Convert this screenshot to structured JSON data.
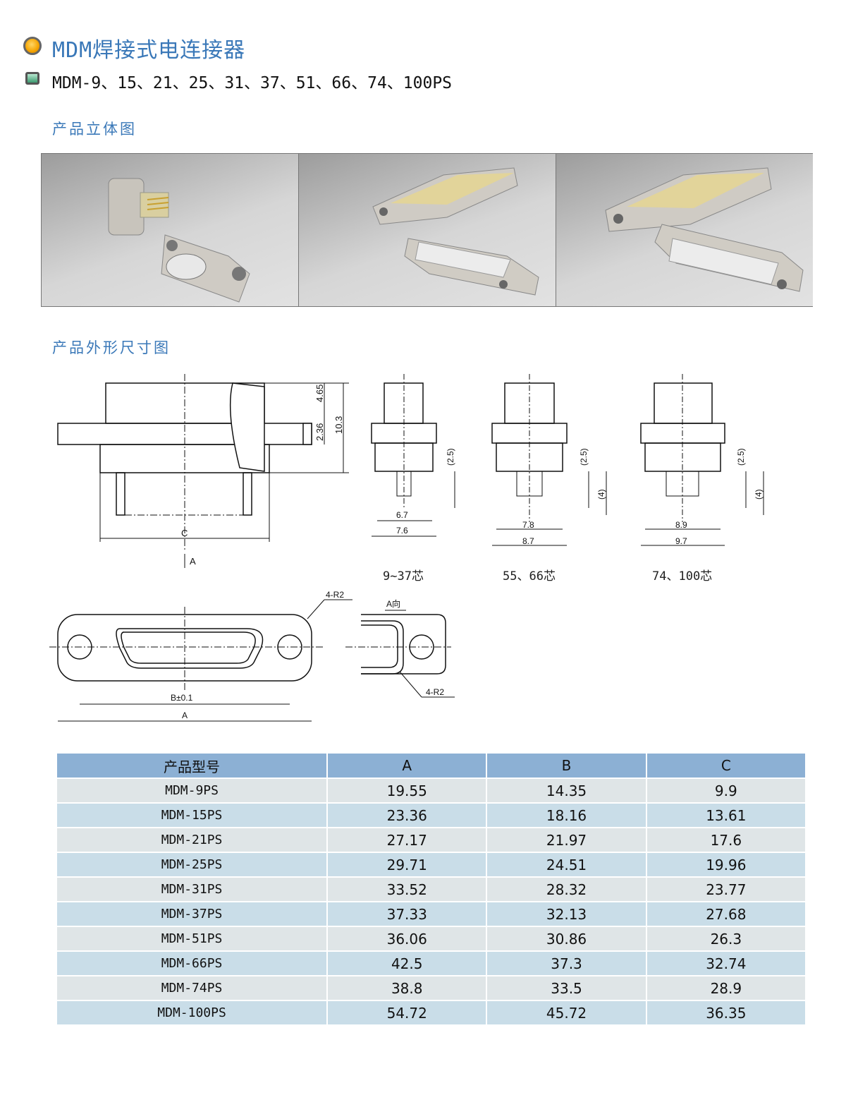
{
  "header": {
    "title": "MDM焊接式电连接器",
    "subtitle": "MDM-9、15、21、25、31、37、51、66、74、100PS",
    "bullet_color": "#f5a300",
    "accent": "#3a78b8"
  },
  "sections": {
    "photos": "产品立体图",
    "dimensions": "产品外形尺寸图"
  },
  "drawing": {
    "side": {
      "dim_top": "4.65",
      "dim_flange": "2.36",
      "dim_height": "10.3",
      "dim_c": "C",
      "view_arrow": "A"
    },
    "variants": [
      {
        "inner": "6.7",
        "outer": "7.6",
        "pin": "(2.5)",
        "caption": "9~37芯"
      },
      {
        "inner": "7.8",
        "outer": "8.7",
        "pin": "(2.5)",
        "pin2": "(4)",
        "caption": "55、66芯"
      },
      {
        "inner": "8.9",
        "outer": "9.7",
        "pin": "(2.5)",
        "pin2": "(4)",
        "caption": "74、100芯"
      }
    ],
    "front": {
      "radius": "4-R2",
      "dim_b": "B±0.1",
      "dim_a": "A"
    },
    "view_a": {
      "label": "A向",
      "radius": "4-R2"
    }
  },
  "table": {
    "headers": [
      "产品型号",
      "A",
      "B",
      "C"
    ],
    "rows": [
      [
        "MDM-9PS",
        "19.55",
        "14.35",
        "9.9"
      ],
      [
        "MDM-15PS",
        "23.36",
        "18.16",
        "13.61"
      ],
      [
        "MDM-21PS",
        "27.17",
        "21.97",
        "17.6"
      ],
      [
        "MDM-25PS",
        "29.71",
        "24.51",
        "19.96"
      ],
      [
        "MDM-31PS",
        "33.52",
        "28.32",
        "23.77"
      ],
      [
        "MDM-37PS",
        "37.33",
        "32.13",
        "27.68"
      ],
      [
        "MDM-51PS",
        "36.06",
        "30.86",
        "26.3"
      ],
      [
        "MDM-66PS",
        "42.5",
        "37.3",
        "32.74"
      ],
      [
        "MDM-74PS",
        "38.8",
        "33.5",
        "28.9"
      ],
      [
        "MDM-100PS",
        "54.72",
        "45.72",
        "36.35"
      ]
    ],
    "colors": {
      "header": "#8cb0d4",
      "row_odd": "#dfe5e7",
      "row_even": "#c9dde8"
    }
  }
}
